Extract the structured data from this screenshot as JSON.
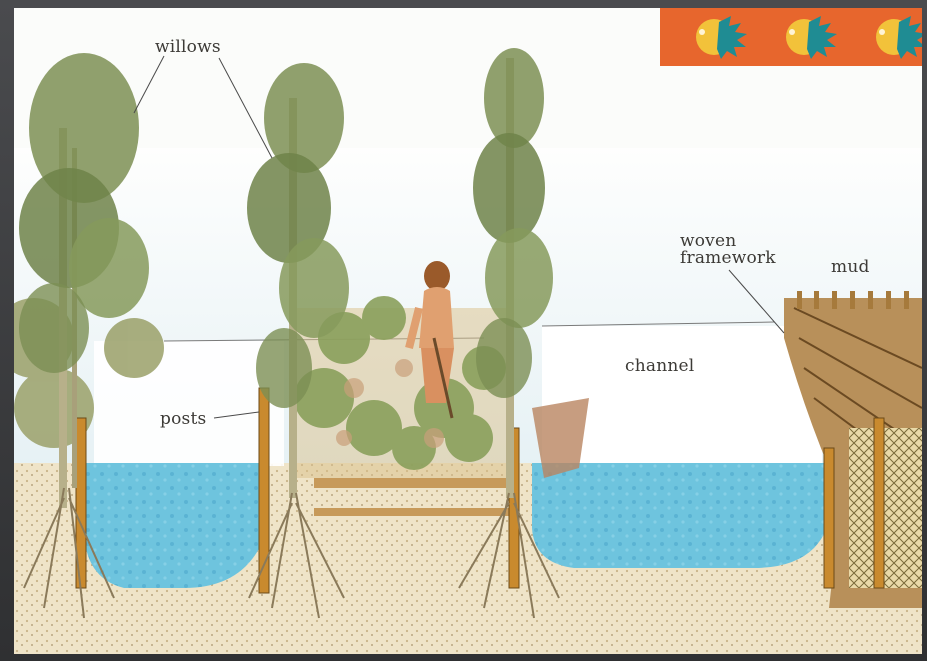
{
  "labels": {
    "willows": "willows",
    "posts": "posts",
    "channel": "channel",
    "woven_line1": "woven",
    "woven_line2": "framework",
    "mud": "mud"
  },
  "colors": {
    "water": "#6ec4de",
    "sky": "#dbeef4",
    "soil": "#efe4c8",
    "foliage": "#7c8f54",
    "trunk": "#b7b08a",
    "post": "#c98a2e",
    "border_band": "#e7662d"
  },
  "decor": {
    "border_band_motif": "stylized-serpent-heads"
  }
}
